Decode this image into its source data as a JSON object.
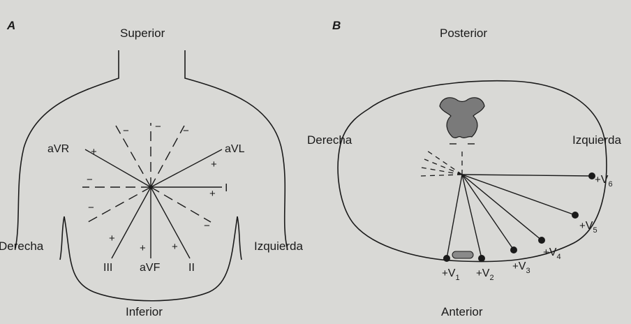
{
  "panel_a": {
    "letter": "A",
    "superior": "Superior",
    "inferior": "Inferior",
    "derecha": "Derecha",
    "izquierda": "Izquierda",
    "leads": {
      "avr": "aVR",
      "avl": "aVL",
      "i": "I",
      "iii": "III",
      "avf": "aVF",
      "ii": "II"
    },
    "plus": "+",
    "minus": "−"
  },
  "panel_b": {
    "letter": "B",
    "posterior": "Posterior",
    "anterior": "Anterior",
    "derecha": "Derecha",
    "izquierda": "Izquierda",
    "v_prefix": "V",
    "v_subs": [
      "1",
      "2",
      "3",
      "4",
      "5",
      "6"
    ],
    "plus": "+"
  },
  "colors": {
    "background": "#d9d9d6",
    "ink": "#1a1a1a",
    "spine": "#7a7a7a"
  }
}
